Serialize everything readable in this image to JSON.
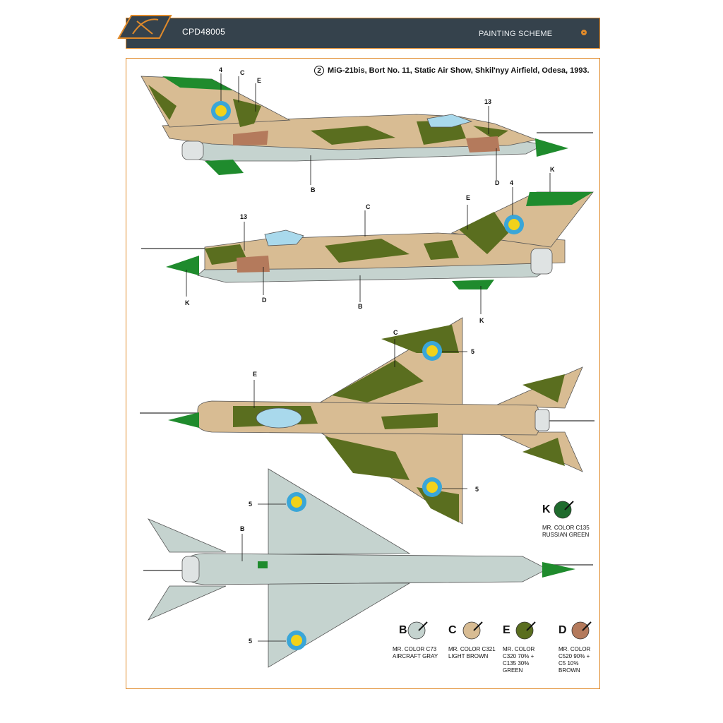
{
  "header": {
    "code": "CPD48005",
    "section": "PAINTING SCHEME"
  },
  "scheme": {
    "number": "2",
    "title": "MiG-21bis, Bort No. 11, Static Air Show, Shkil'nyy Airfield, Odesa, 1993."
  },
  "callouts": {
    "c4": "4",
    "c13": "13",
    "c5": "5",
    "B": "B",
    "C": "C",
    "D": "D",
    "E": "E",
    "K": "K"
  },
  "colors": [
    {
      "key": "K",
      "letter": "K",
      "line1": "MR. COLOR C135",
      "line2": "RUSSIAN GREEN",
      "line3": "",
      "line4": "",
      "hex": "#1f6b2d"
    },
    {
      "key": "B",
      "letter": "B",
      "line1": "MR. COLOR C73",
      "line2": "AIRCRAFT GRAY",
      "line3": "",
      "line4": "",
      "hex": "#c5d3cf"
    },
    {
      "key": "C",
      "letter": "C",
      "line1": "MR. COLOR C321",
      "line2": "LIGHT BROWN",
      "line3": "",
      "line4": "",
      "hex": "#d8bc93"
    },
    {
      "key": "E",
      "letter": "E",
      "line1": "MR. COLOR",
      "line2": "C320 70% +",
      "line3": "C135 30%",
      "line4": "GREEN",
      "hex": "#5a6e1f"
    },
    {
      "key": "D",
      "letter": "D",
      "line1": "MR. COLOR",
      "line2": "C520 90% +",
      "line3": "C5 10%",
      "line4": "BROWN",
      "hex": "#b47a5c"
    }
  ],
  "palette": {
    "accent": "#e08a2a",
    "header_bg": "#35424c",
    "tan": "#d8bc93",
    "olive": "#5a6e1f",
    "green": "#1f8b2d",
    "gray": "#c5d3cf",
    "brown": "#b47a5c",
    "roundel_blue": "#3aa6d8",
    "roundel_yellow": "#f2d21a"
  }
}
